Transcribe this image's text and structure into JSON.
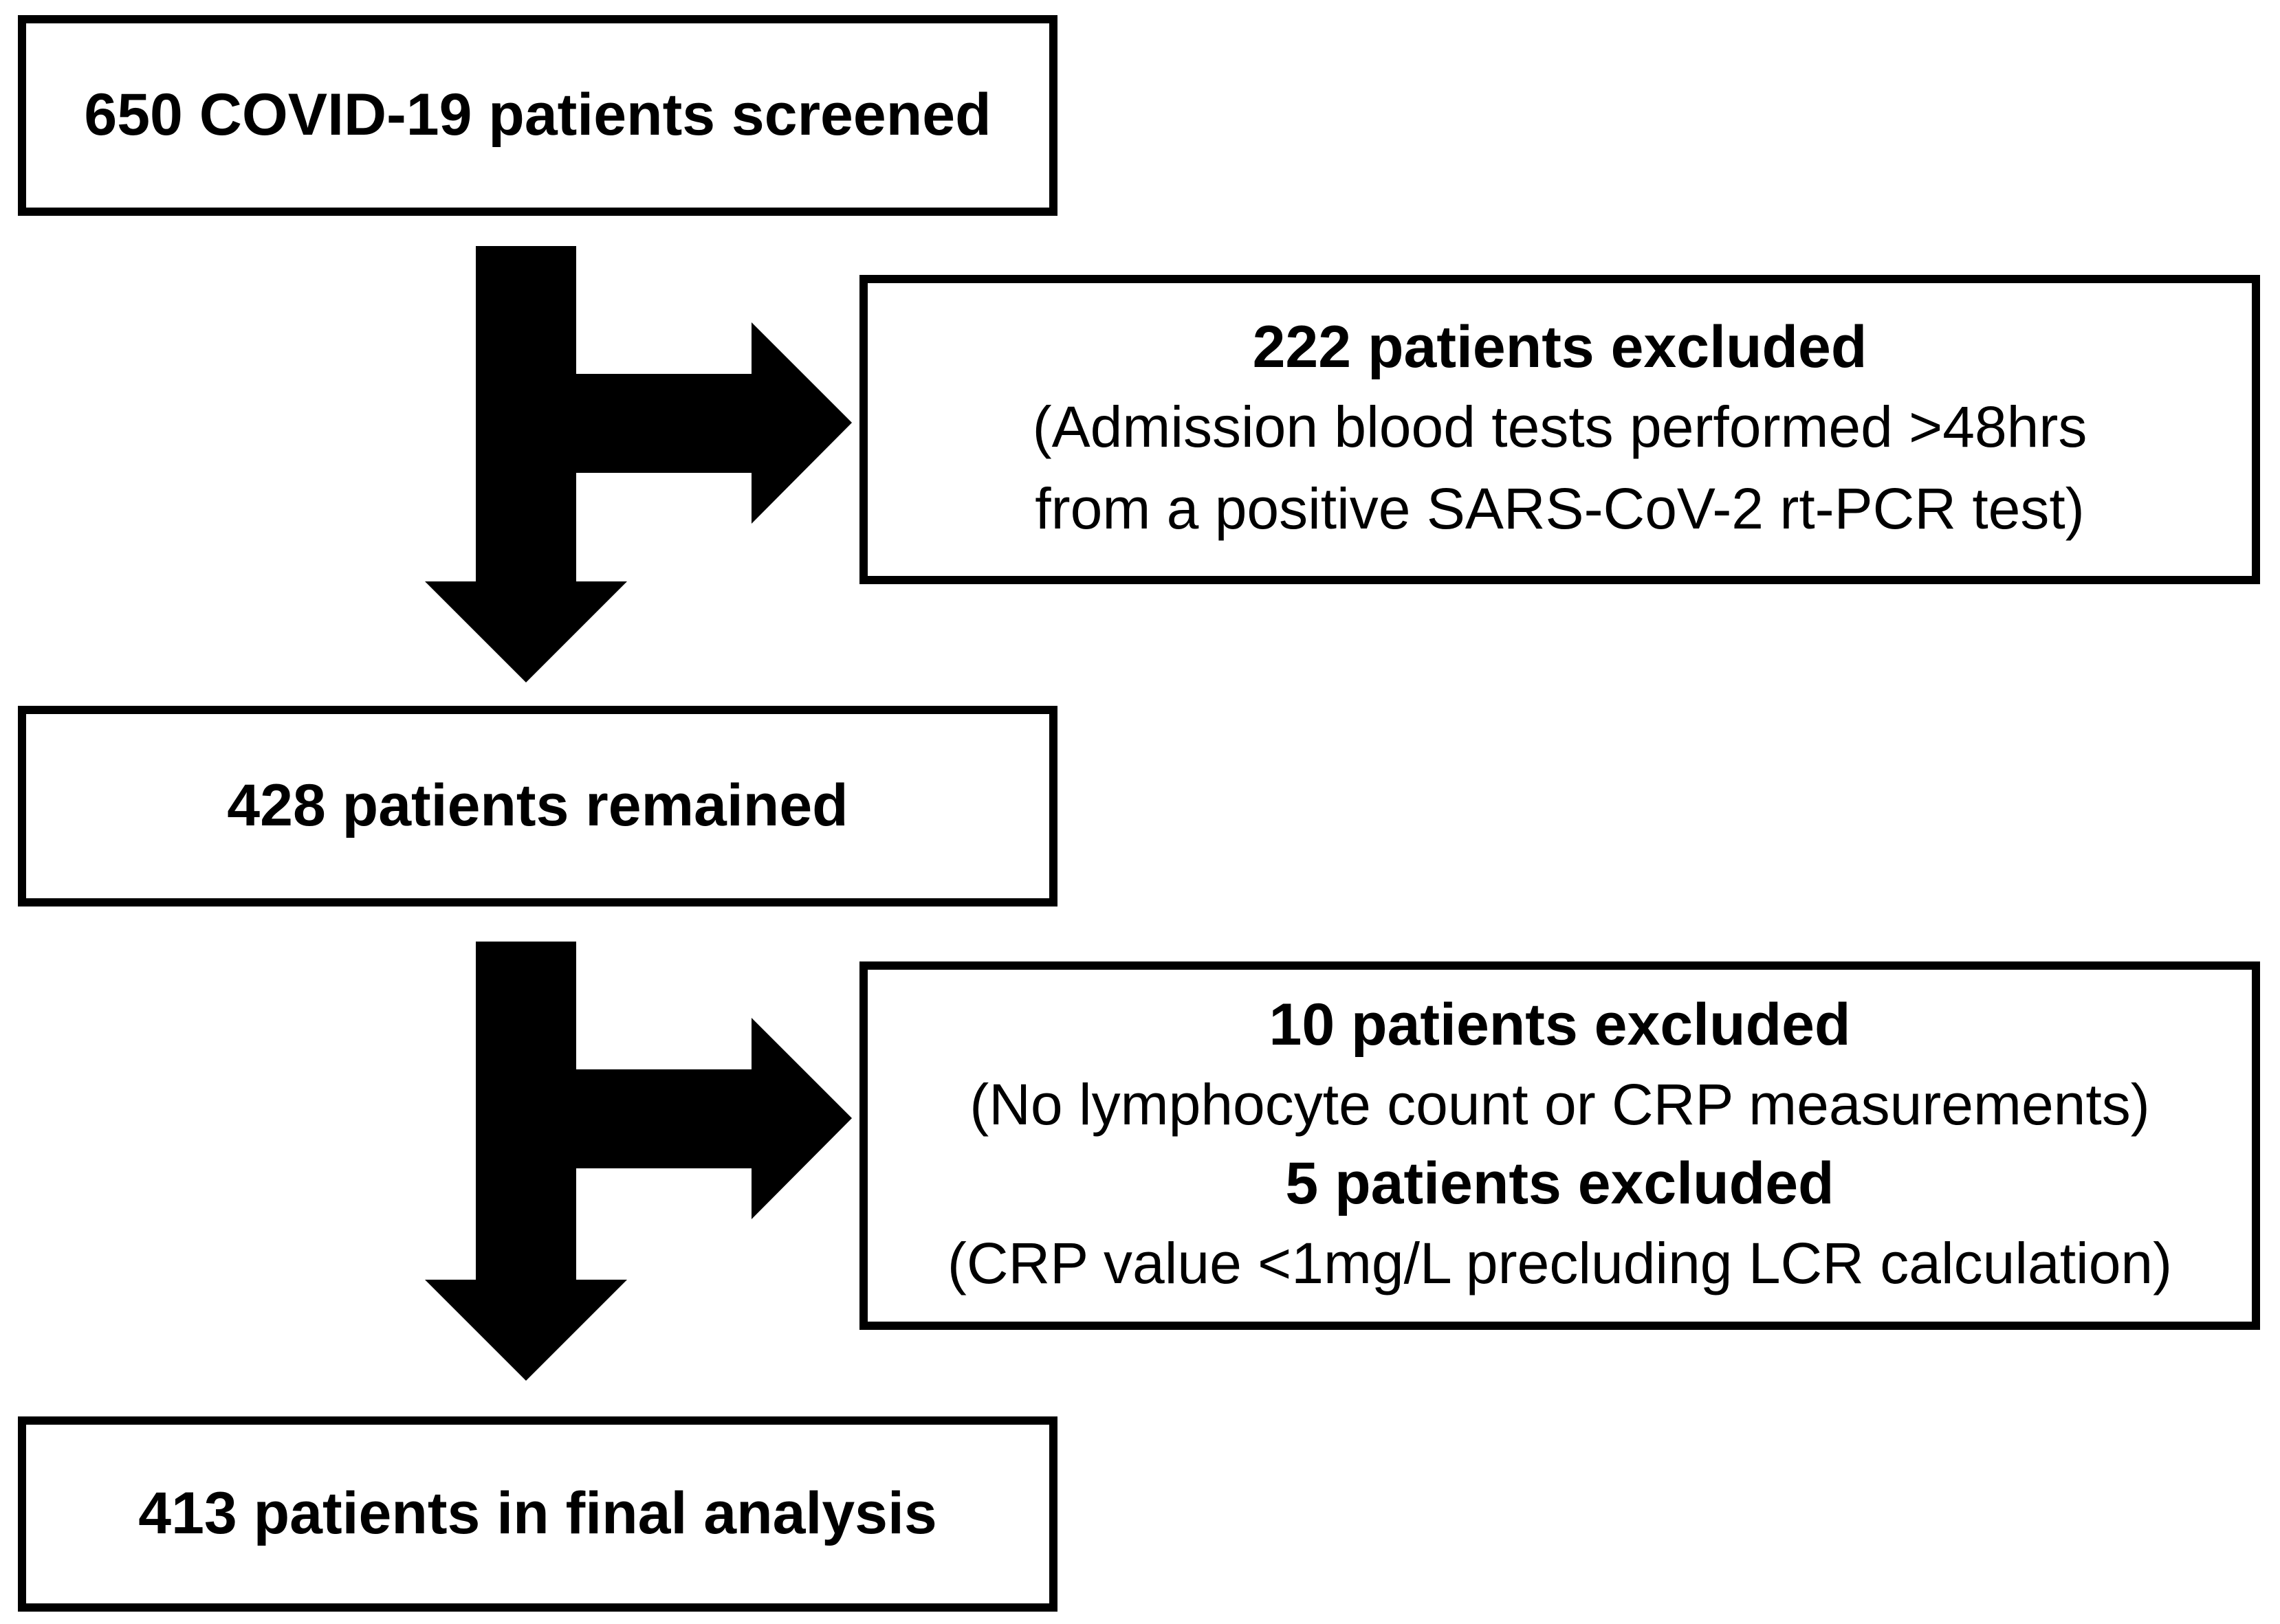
{
  "flow": {
    "screened": "650 COVID-19 patients screened",
    "exclusion1": {
      "title": "222 patients excluded",
      "reason_line1": "(Admission blood tests performed >48hrs",
      "reason_line2": "from a positive SARS-CoV-2 rt-PCR test)"
    },
    "remained": "428 patients remained",
    "exclusion2": {
      "title_a": "10 patients excluded",
      "reason_a": "(No lymphocyte count or CRP measurements)",
      "title_b": "5 patients excluded",
      "reason_b": "(CRP value <1mg/L precluding LCR calculation)"
    },
    "final": "413 patients in final analysis"
  },
  "colors": {
    "stroke": "#000000",
    "background": "#ffffff"
  }
}
